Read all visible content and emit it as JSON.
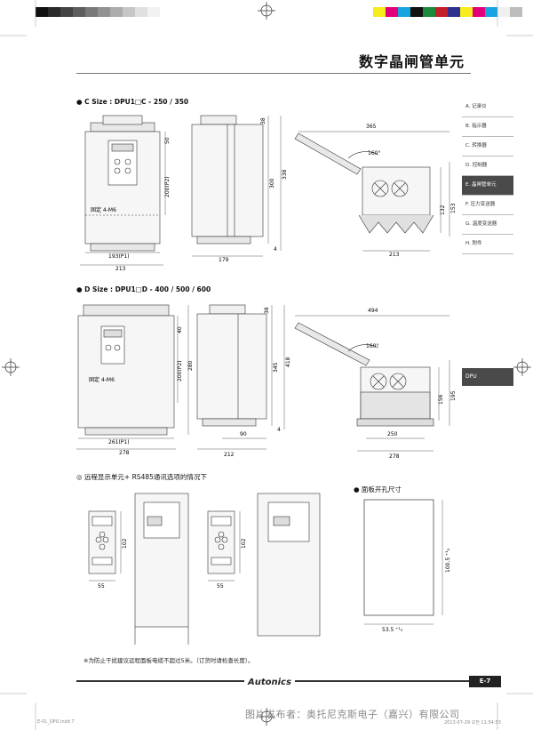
{
  "calibration": {
    "left_colors": [
      "#111111",
      "#2a2a2a",
      "#444444",
      "#5e5e5e",
      "#787878",
      "#929292",
      "#acacac",
      "#c6c6c6",
      "#e0e0e0",
      "#f2f2f2"
    ],
    "right_colors": [
      "#f7ec1c",
      "#e2007a",
      "#18a4e0",
      "#111111",
      "#1b8a3c",
      "#c21f2b",
      "#2f3191",
      "#f7ec1c",
      "#e2007a",
      "#18a4e0",
      "#f0f0f0",
      "#bdbdbd"
    ]
  },
  "header": {
    "title": "数字晶闸管单元"
  },
  "sidebar": {
    "items": [
      {
        "label": "A. 记录仪",
        "active": false
      },
      {
        "label": "B. 指示器",
        "active": false
      },
      {
        "label": "C. 转换器",
        "active": false
      },
      {
        "label": "D. 控制器",
        "active": false
      },
      {
        "label": "E. 晶闸管单元",
        "active": true
      },
      {
        "label": "F. 压力变送器",
        "active": false
      },
      {
        "label": "G. 温度变送器",
        "active": false
      },
      {
        "label": "H. 附件",
        "active": false
      }
    ],
    "section_tab": "DPU"
  },
  "section_c": {
    "label": "● C Size : DPU1□C - 250 / 350",
    "front": {
      "dims": [
        "50",
        "200(P2)",
        "193(P1)",
        "213"
      ],
      "mount": "固定 4-M6"
    },
    "side": {
      "dims": [
        "38",
        "300",
        "338",
        "4",
        "179"
      ]
    },
    "open": {
      "dims": [
        "365",
        "160°",
        "132",
        "153",
        "213"
      ]
    }
  },
  "section_d": {
    "label": "● D Size : DPU1□D - 400 / 500 / 600",
    "front": {
      "dims": [
        "40",
        "200(P2)",
        "280",
        "261(P1)",
        "278"
      ],
      "mount": "固定 4-M6"
    },
    "side": {
      "dims": [
        "38",
        "345",
        "418",
        "4",
        "90",
        "212"
      ]
    },
    "open": {
      "dims": [
        "494",
        "160°",
        "156",
        "195",
        "250",
        "278"
      ]
    }
  },
  "remote": {
    "label": "◎ 远程显示单元+ RS485通讯选项的情况下",
    "dims": [
      "102",
      "55"
    ]
  },
  "panel_cutout": {
    "label": "● 面板开孔尺寸",
    "dims": [
      "100.5",
      "+1\n 0",
      "53.5",
      "+1\n 0"
    ],
    "height_label": "100.5 ⁺¹₀",
    "width_label": "53.5 ⁺¹₀"
  },
  "note": "※为防止干扰建议远程面板电缆不超过5米。（订货时请检查长度）。",
  "footer": {
    "brand": "Autonics",
    "page": "E-7",
    "file": "E-01_DPU.indd   7",
    "date": "2013-07-29  오전 11:54:53",
    "watermark": "图片发布者：奥托尼克斯电子（嘉兴）有限公司"
  }
}
